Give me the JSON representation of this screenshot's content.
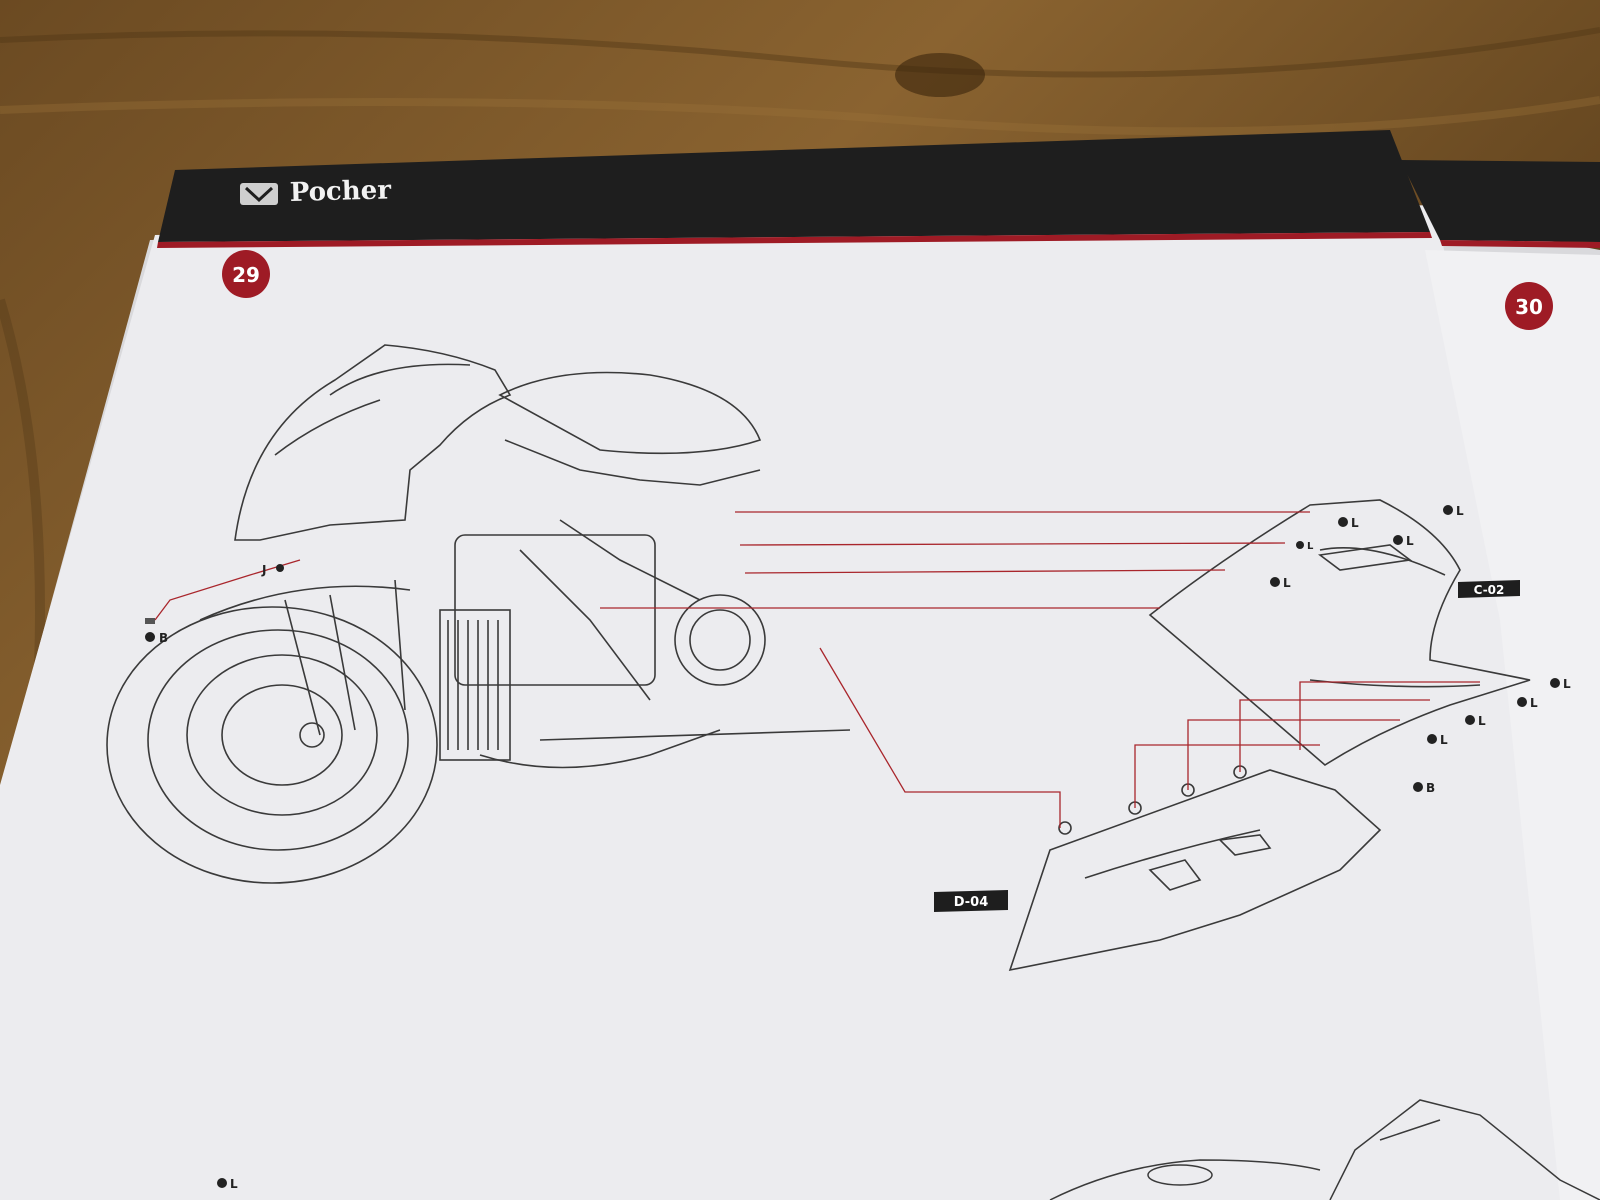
{
  "header": {
    "brand": "Pocher",
    "brand_color": "#1e1e1e",
    "accent_color": "#9e1b25"
  },
  "steps": {
    "left": "29",
    "right": "30"
  },
  "parts": {
    "fairing_upper": "C-02",
    "fairing_lower": "D-04"
  },
  "screw_labels": {
    "j": "J",
    "b_left": "B",
    "l_1": "L",
    "l_2": "L",
    "l_3": "L",
    "l_4": "L",
    "l_5": "L",
    "l_6": "L",
    "l_7": "L",
    "l_8": "L",
    "l_9": "L",
    "b_right": "B",
    "l_bottom": "L"
  },
  "icons": {
    "logo": "pocher-crest-icon",
    "screw": "screw-icon"
  }
}
